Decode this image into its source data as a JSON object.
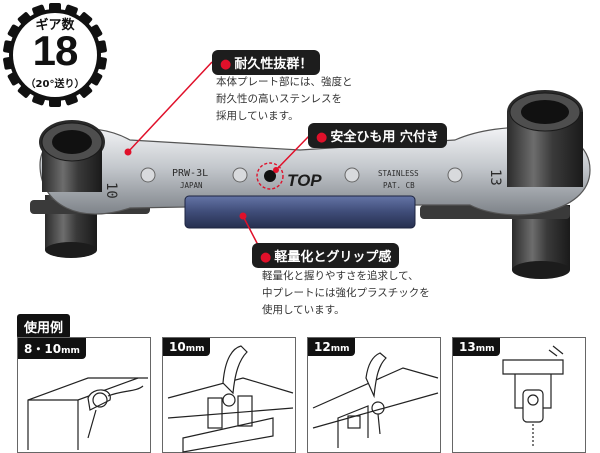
{
  "badge": {
    "title": "ギア数",
    "number": "18",
    "subtitle": "（20°送り）"
  },
  "tool": {
    "left_size": "10",
    "right_size": "13",
    "model": "PRW-3L",
    "origin": "JAPAN",
    "brand": "TOP",
    "material": "STAINLESS",
    "patent": "PAT. CB"
  },
  "callouts": {
    "durability": {
      "title": "耐久性抜群！",
      "lines": [
        "本体プレート部には、強度と",
        "耐久性の高いステンレスを",
        "採用しています。"
      ]
    },
    "strap_hole": {
      "title": "安全ひも用 穴付き"
    },
    "grip": {
      "title": "軽量化とグリップ感",
      "lines": [
        "軽量化と握りやすさを追求して、",
        "中プレートには強化プラスチックを",
        "使用しています。"
      ]
    }
  },
  "usage": {
    "heading": "使用例",
    "panels": [
      {
        "size": "8・10",
        "unit": "mm"
      },
      {
        "size": "10",
        "unit": "mm"
      },
      {
        "size": "12",
        "unit": "mm"
      },
      {
        "size": "13",
        "unit": "mm"
      }
    ]
  },
  "colors": {
    "callout_bg": "#1d1d1d",
    "accent_red": "#e0102a",
    "grip_blue": "#3f4c78",
    "steel": "#c9ccd0"
  }
}
